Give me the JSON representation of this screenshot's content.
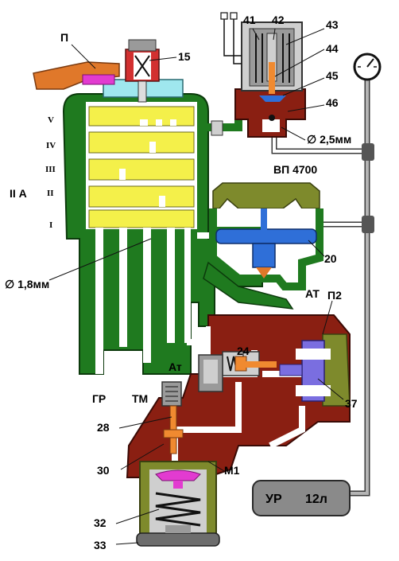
{
  "labels": {
    "p1": "П",
    "n15": "15",
    "n41": "41",
    "n42": "42",
    "n43": "43",
    "n44": "44",
    "n45": "45",
    "n46": "46",
    "d25": "∅ 2,5мм",
    "vp": "ВП 4700",
    "n20": "20",
    "d18": "∅ 1,8мм",
    "at_right": "АТ",
    "p2": "П2",
    "at_left": "Ат",
    "n24": "24",
    "n37": "37",
    "gr": "ГР",
    "tm": "ТМ",
    "n28": "28",
    "n30": "30",
    "m1": "М1",
    "n32": "32",
    "n33": "33",
    "ur": "УР",
    "ur_vol": "12л",
    "iia": "II А",
    "roman_v": "V",
    "roman_iv": "IV",
    "roman_iii": "III",
    "roman_ii": "II",
    "roman_i": "I"
  },
  "colors": {
    "body_green": "#1f7a1f",
    "passage_white": "#ffffff",
    "cavity_yellow": "#f4f04a",
    "cap_cyan": "#9fe7ee",
    "handle_orange": "#e0782a",
    "brown_red": "#8a1f12",
    "olive": "#7e8a2c",
    "blue_piston": "#2f6fd8",
    "purple_valve": "#7a6ee0",
    "pink_valve": "#e23bd0",
    "spring_orange": "#f08a30",
    "grey_housing": "#7d7d7d",
    "gauge_pipe": "#9a9a9a"
  }
}
